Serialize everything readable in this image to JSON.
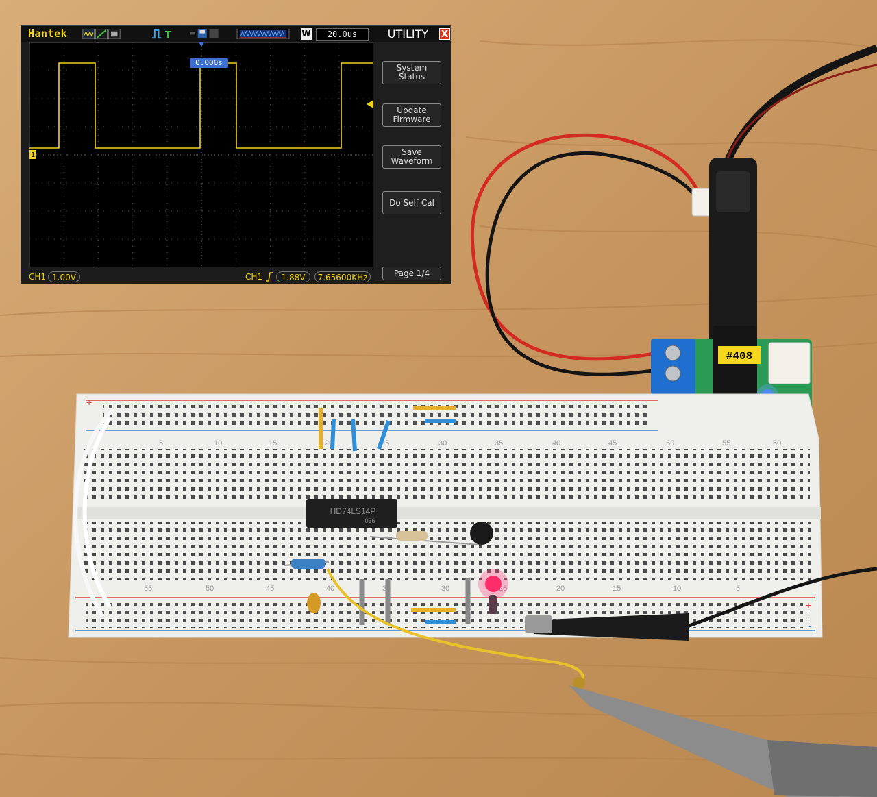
{
  "scope": {
    "brand": "Hantek",
    "timebase": "20.0us",
    "timebase_mode": "W",
    "menu_title": "UTILITY",
    "close_glyph": "X",
    "trigger_time": "0.000s",
    "channel_marker": "1",
    "buttons": [
      {
        "line1": "System",
        "line2": "Status"
      },
      {
        "line1": "Update",
        "line2": "Firmware"
      },
      {
        "line1": "Save",
        "line2": "Waveform"
      },
      {
        "line1": "Do Self Cal",
        "line2": ""
      }
    ],
    "page": "Page 1/4",
    "status": {
      "ch_left": "CH1",
      "volts_div": "1.00V",
      "ch_right": "CH1",
      "trigger_level": "1.88V",
      "frequency": "7.65600KHz"
    },
    "colors": {
      "trace": "#f2d21b",
      "grid": "#5a5a5a",
      "accent": "#3b6fd0"
    }
  },
  "breadboard": {
    "top_numbers": [
      "5",
      "10",
      "15",
      "20",
      "25",
      "30",
      "35",
      "40",
      "45",
      "50",
      "55",
      "60"
    ],
    "bottom_numbers": [
      "55",
      "50",
      "45",
      "40",
      "35",
      "30",
      "25",
      "20",
      "15",
      "10",
      "5"
    ],
    "chip_label": "HD74LS14P",
    "chip_code": "036",
    "rail_plus": "+",
    "rail_minus": "-"
  },
  "power_module": {
    "label": "#408",
    "plus_glyph": "+",
    "minus_glyph": "-"
  }
}
